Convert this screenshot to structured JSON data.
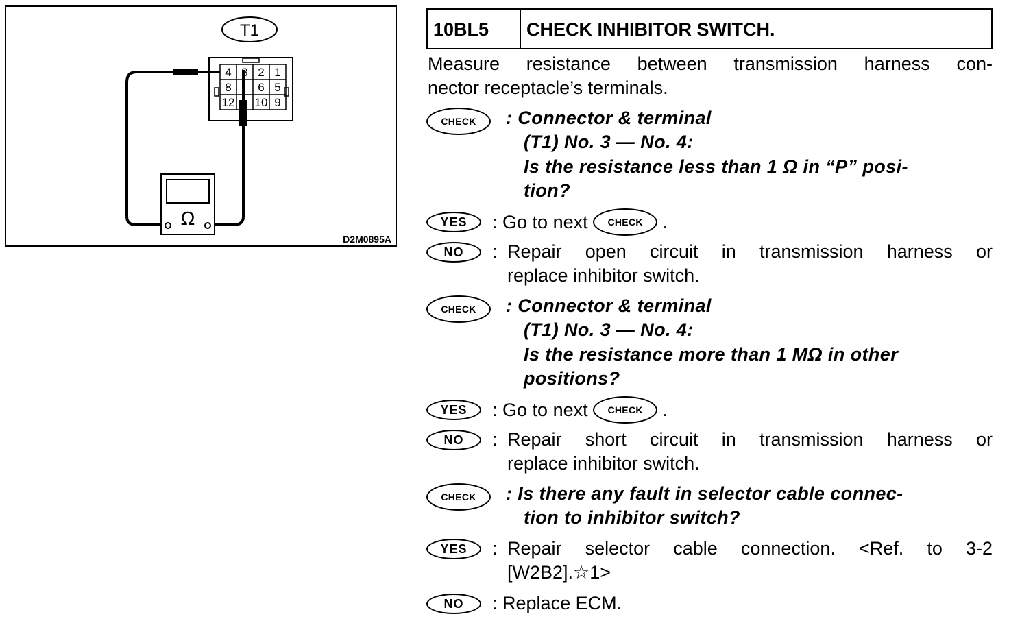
{
  "diagram": {
    "connector_label": "T1",
    "terminals": [
      "4",
      "3",
      "2",
      "1",
      "8",
      "6",
      "5",
      "12",
      "10",
      "9"
    ],
    "meter_symbol": "Ω",
    "figure_code": "D2M0895A"
  },
  "step": {
    "number": "10BL5",
    "title": "CHECK INHIBITOR SWITCH."
  },
  "intro": [
    "Measure resistance between transmission harness con-",
    "nector receptacle’s terminals."
  ],
  "badges": {
    "check": "CHECK",
    "yes": "YES",
    "no": "NO"
  },
  "checks": [
    {
      "lines": [
        ": Connector & terminal",
        "(T1) No. 3 — No. 4:",
        "Is the resistance less than 1 Ω in “P” posi-",
        "tion?"
      ],
      "yes": {
        "sep": ":",
        "before": "Go to next",
        "after": "."
      },
      "no": {
        "sep": ":",
        "lines": [
          "Repair open circuit in transmission harness or",
          "replace inhibitor switch."
        ]
      }
    },
    {
      "lines": [
        ": Connector & terminal",
        "(T1) No. 3 — No. 4:",
        "Is the resistance more than 1 MΩ in other",
        "positions?"
      ],
      "yes": {
        "sep": ":",
        "before": "Go to next",
        "after": "."
      },
      "no": {
        "sep": ":",
        "lines": [
          "Repair short circuit in transmission harness or",
          "replace inhibitor switch."
        ]
      }
    },
    {
      "lines": [
        ": Is there any fault in selector cable connec-",
        "tion to inhibitor switch?"
      ],
      "yes": {
        "sep": ":",
        "lines": [
          "Repair selector cable connection. <Ref. to 3-2",
          "[W2B2].☆1>"
        ]
      },
      "no": {
        "sep": ":",
        "text": "Replace ECM."
      }
    }
  ]
}
